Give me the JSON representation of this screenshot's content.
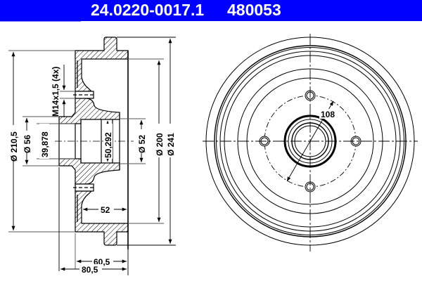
{
  "header": {
    "part_number": "24.0220-0017.1",
    "reference": "480053",
    "background_color": "#0000ff",
    "text_color": "#ffffff"
  },
  "side_view": {
    "dimensions": {
      "outer_dia_flange": "Ø 210,5",
      "hub_dia": "Ø 56",
      "bore_1": "39,878",
      "bore_2": "50,292",
      "center_dia": "Ø 52",
      "braking_dia": "Ø 200",
      "overall_dia": "Ø 241",
      "thread": "M14x1,5 (4x)",
      "inner_depth": "52",
      "drum_width": "60,5",
      "overall_width": "80,5"
    }
  },
  "front_view": {
    "dimensions": {
      "bolt_circle": "108"
    },
    "bolt_holes": 4
  }
}
